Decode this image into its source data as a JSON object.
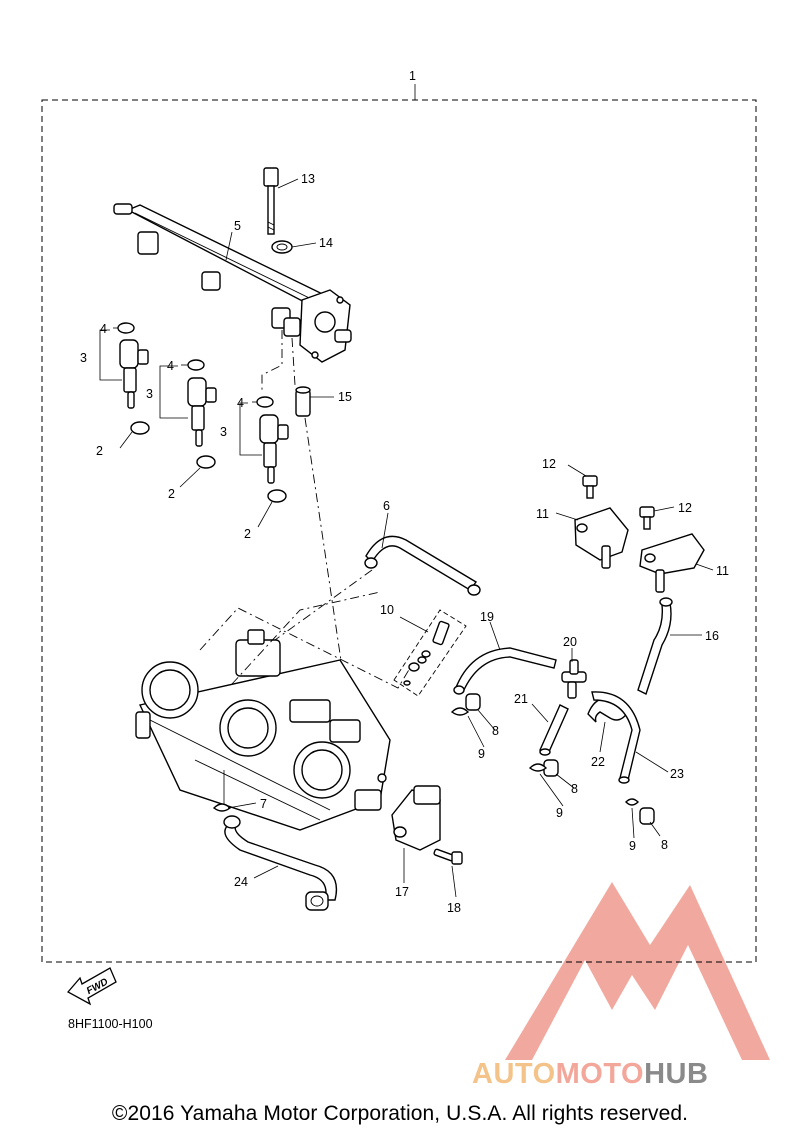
{
  "diagram": {
    "code": "8HF1100-H100",
    "fwd_label": "FWD",
    "copyright": "©2016 Yamaha Motor Corporation, U.S.A. All rights reserved.",
    "callouts": [
      "1",
      "2",
      "2",
      "2",
      "3",
      "3",
      "3",
      "4",
      "4",
      "4",
      "5",
      "6",
      "7",
      "8",
      "8",
      "8",
      "9",
      "9",
      "9",
      "10",
      "11",
      "11",
      "12",
      "12",
      "13",
      "14",
      "15",
      "16",
      "17",
      "18",
      "19",
      "20",
      "21",
      "22",
      "23",
      "24"
    ]
  },
  "watermark": {
    "part1": "AUTO",
    "part2": "MOTO",
    "part3": "HUB",
    "colors": {
      "auto": "#f4c38a",
      "moto": "#f3a69a",
      "hub": "#8a8a8a",
      "logo": "#f0a095"
    }
  }
}
